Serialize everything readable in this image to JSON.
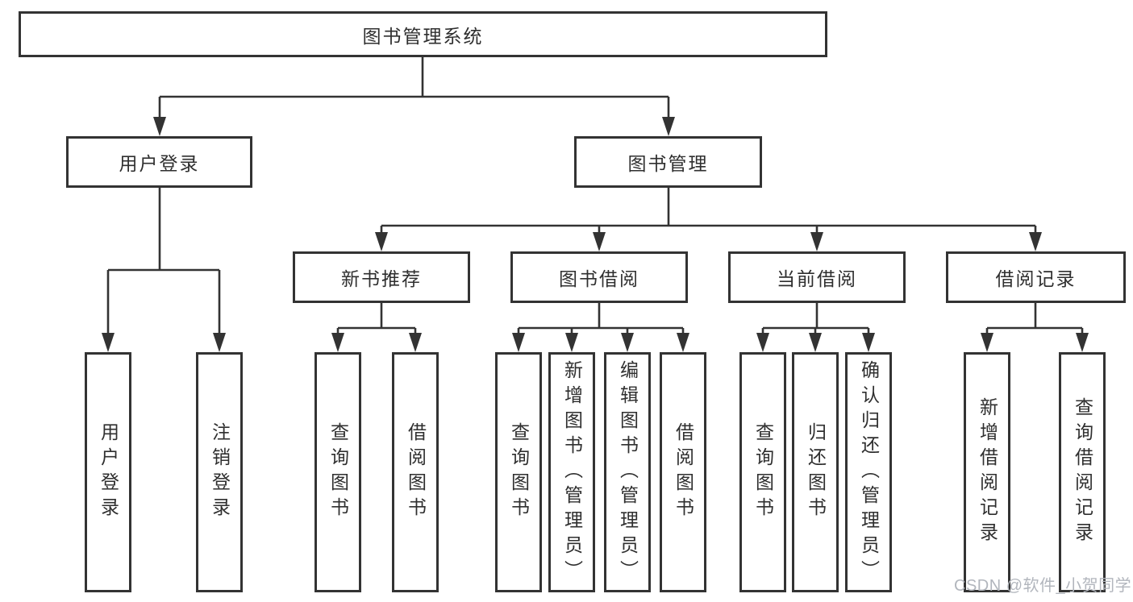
{
  "diagram": {
    "root": {
      "label": "图书管理系统"
    },
    "branches": [
      {
        "label": "用户登录",
        "children": [
          {
            "label": "用户登录"
          },
          {
            "label": "注销登录"
          }
        ]
      },
      {
        "label": "图书管理",
        "children": [
          {
            "label": "新书推荐",
            "children": [
              {
                "label": "查询图书"
              },
              {
                "label": "借阅图书"
              }
            ]
          },
          {
            "label": "图书借阅",
            "children": [
              {
                "label": "查询图书"
              },
              {
                "label": "新增图书（管理员）"
              },
              {
                "label": "编辑图书（管理员）"
              },
              {
                "label": "借阅图书"
              }
            ]
          },
          {
            "label": "当前借阅",
            "children": [
              {
                "label": "查询图书"
              },
              {
                "label": "归还图书"
              },
              {
                "label": "确认归还（管理员）"
              }
            ]
          },
          {
            "label": "借阅记录",
            "children": [
              {
                "label": "新增借阅记录"
              },
              {
                "label": "查询借阅记录"
              }
            ]
          }
        ]
      }
    ]
  },
  "watermark": {
    "text": "CSDN @软件_小贺同学"
  },
  "colors": {
    "line": "#333333",
    "text": "#2f2f2f",
    "background": "#ffffff",
    "watermark": "#b2b6bd"
  }
}
